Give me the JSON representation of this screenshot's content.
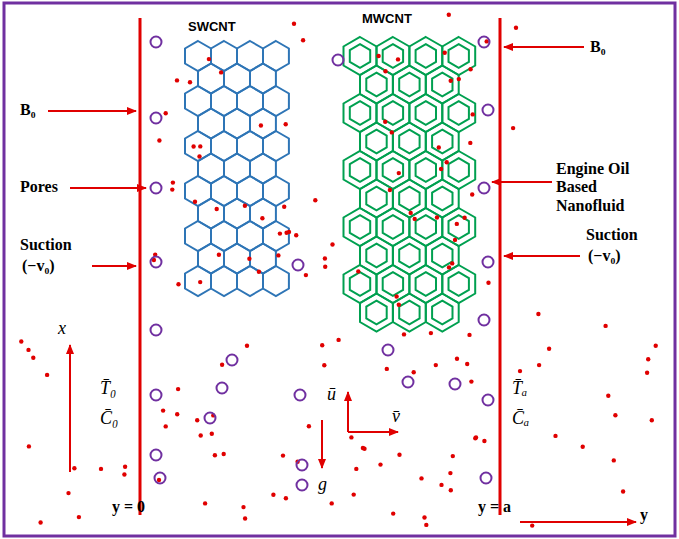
{
  "diagram": {
    "labels": [
      "B₀",
      "SWCNT",
      "MWCNT",
      "B₀",
      "Pores",
      "Engine Oil Based Nanofluid",
      "Suction",
      "(−v₀)",
      "Suction",
      "(−v₀)",
      "x",
      "T̄₀",
      "C̄₀",
      "T̄ₐ",
      "C̄ₐ",
      "ū",
      "v̄",
      "g",
      "y = 0",
      "y = a",
      "y"
    ]
  }
}
